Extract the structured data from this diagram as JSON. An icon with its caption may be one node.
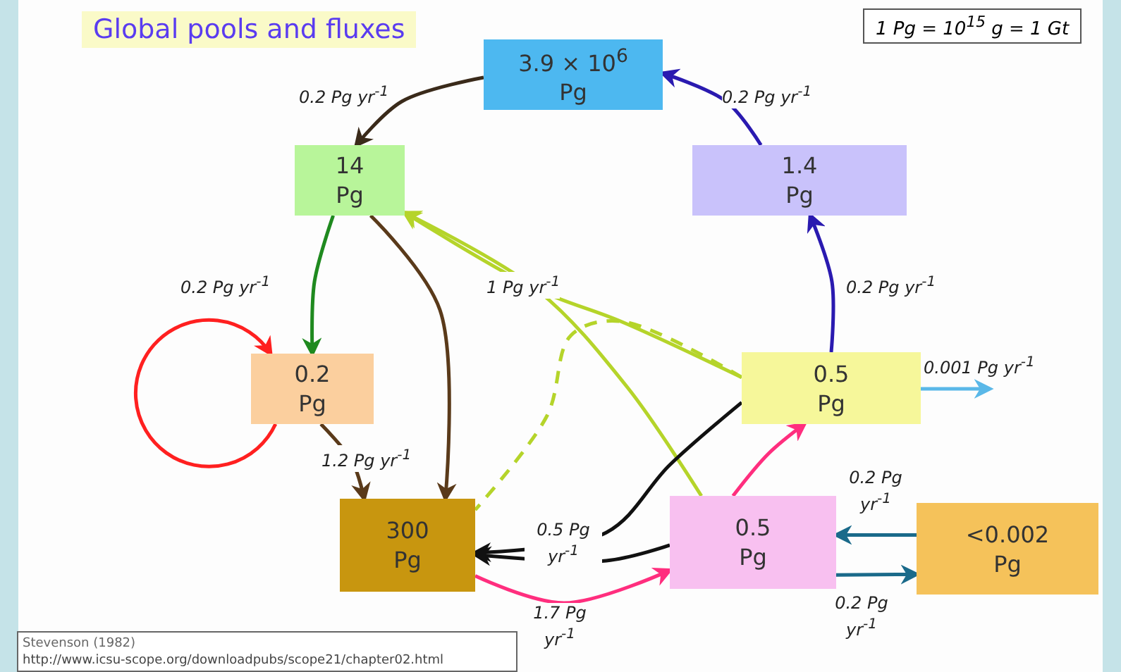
{
  "diagram": {
    "title": "Global pools and fluxes",
    "nodes": [
      {
        "text": [
          "3.9 × 10$^{6}$ Pg"
        ]
      },
      {
        "text": [
          "14 Pg"
        ]
      },
      {
        "text": [
          "1.4 Pg"
        ]
      },
      {
        "text": [
          "0.2 Pg"
        ]
      },
      {
        "text": [
          "0.5 Pg"
        ]
      },
      {
        "text": [
          "300 Pg"
        ]
      },
      {
        "text": [
          "0.5 Pg"
        ]
      },
      {
        "text": [
          "<0.002 Pg"
        ]
      }
    ],
    "edges": [
      {
        "from": 0,
        "to": 1,
        "arrow": "to",
        "label": "0.2 Pg yr$^{-1}$",
        "color": "#3a2a1a"
      },
      {
        "from": 2,
        "to": 0,
        "arrow": "to",
        "label": "0.2 Pg yr$^{-1}$",
        "color": "#2a1ab0"
      },
      {
        "from": 4,
        "to": 2,
        "arrow": "to",
        "label": "0.2 Pg yr$^{-1}$",
        "color": "#2a1ab0"
      },
      {
        "from": 1,
        "to": 3,
        "arrow": "to",
        "label": "0.2 Pg yr$^{-1}$",
        "color": "#1f8a1f"
      },
      {
        "from": 3,
        "to": 3,
        "arrow": "to",
        "color": "#ff2020"
      },
      {
        "from": 3,
        "to": 5,
        "arrow": "to",
        "label": "1.2 Pg yr$^{-1}$",
        "color": "#5a3a1a"
      },
      {
        "from": 1,
        "to": 5,
        "arrow": "to",
        "color": "#5a3a1a"
      },
      {
        "from": 4,
        "to": 1,
        "arrow": "to",
        "label": "1 Pg yr$^{-1}$",
        "color": "#b5d42a"
      },
      {
        "from": 6,
        "to": 1,
        "arrow": "to",
        "color": "#b5d42a"
      },
      {
        "from": 4,
        "to": 5,
        "arrow": "none",
        "style": "dashed",
        "color": "#b5d42a"
      },
      {
        "from": 4,
        "to": 5,
        "arrow": "to",
        "label": "0.5 Pg yr$^{-1}$",
        "color": "#111111"
      },
      {
        "from": 6,
        "to": 5,
        "arrow": "to",
        "color": "#111111"
      },
      {
        "from": 5,
        "to": 6,
        "arrow": "to",
        "label": "1.7 Pg yr$^{-1}$",
        "color": "#ff2e7e"
      },
      {
        "from": 6,
        "to": 4,
        "arrow": "to",
        "color": "#ff2e7e"
      },
      {
        "from": 4,
        "to": null,
        "arrow": "to",
        "label": "0.001 Pg yr$^{-1}$",
        "color": "#5ab8e8"
      },
      {
        "from": 7,
        "to": 6,
        "arrow": "to",
        "label": "0.2 Pg yr$^{-1}$",
        "color": "#1a6a8a"
      },
      {
        "from": 6,
        "to": 7,
        "arrow": "to",
        "label": "0.2 Pg yr$^{-1}$",
        "color": "#1a6a8a"
      }
    ],
    "labels": [
      "1 Pg = 10$^{15}$ g = 1 Gt",
      "Stevenson (1982)",
      "http://www.icsu-scope.org/downloadpubs/scope21/chapter02.html"
    ]
  }
}
